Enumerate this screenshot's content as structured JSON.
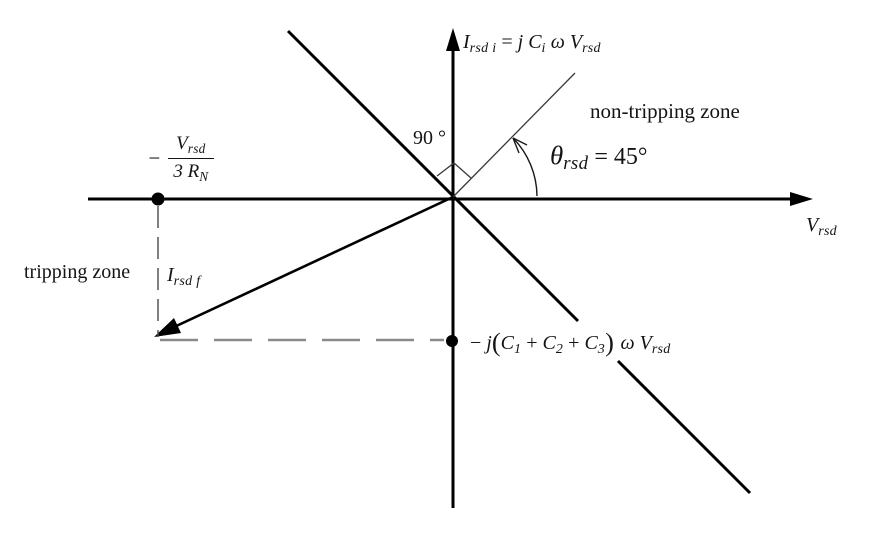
{
  "title": "Residual overcurrent protection phasor diagram",
  "colors": {
    "line": "#000000",
    "thin_line": "#3a3a3a",
    "dash_vertical": "#4a4a4a",
    "dash_horizontal": "#8a8a8a",
    "background": "#ffffff",
    "text": "#141414"
  },
  "labels": {
    "y_axis_formula": [
      {
        "t": "I",
        "s": "rsd i",
        "it": 1
      },
      {
        "t": " = ",
        "it": 0
      },
      {
        "t": "j C",
        "s": "i",
        "it": 1
      },
      {
        "t": " ω ",
        "it": 1
      },
      {
        "t": "V",
        "s": "rsd",
        "it": 1
      }
    ],
    "non_tripping_zone": "non-tripping zone",
    "theta": [
      {
        "t": "θ",
        "s": "rsd",
        "it": 1
      },
      {
        "t": " = 45°",
        "it": 0
      }
    ],
    "angle_90": "90 °",
    "x_axis": [
      {
        "t": "V",
        "s": "rsd",
        "it": 1
      }
    ],
    "neg_vrsd_over_3rn": {
      "minus": "−",
      "num": [
        {
          "t": "V",
          "s": "rsd",
          "it": 1
        }
      ],
      "den": [
        {
          "t": "3 R",
          "s": "N",
          "it": 1
        }
      ]
    },
    "tripping_zone": "tripping zone",
    "i_rsd_f": [
      {
        "t": "I",
        "s": "rsd f",
        "it": 1
      }
    ],
    "bottom_formula": [
      {
        "t": "− ",
        "it": 0
      },
      {
        "t": "j",
        "it": 1
      },
      {
        "t": "(",
        "it": 0,
        "big": 1
      },
      {
        "t": "C",
        "s": "1",
        "it": 1
      },
      {
        "t": " + ",
        "it": 0
      },
      {
        "t": "C",
        "s": "2",
        "it": 1
      },
      {
        "t": " + ",
        "it": 0
      },
      {
        "t": "C",
        "s": "3",
        "it": 1
      },
      {
        "t": ") ",
        "it": 0,
        "big": 1
      },
      {
        "t": "ω ",
        "it": 1
      },
      {
        "t": "V",
        "s": "rsd",
        "it": 1
      }
    ]
  }
}
